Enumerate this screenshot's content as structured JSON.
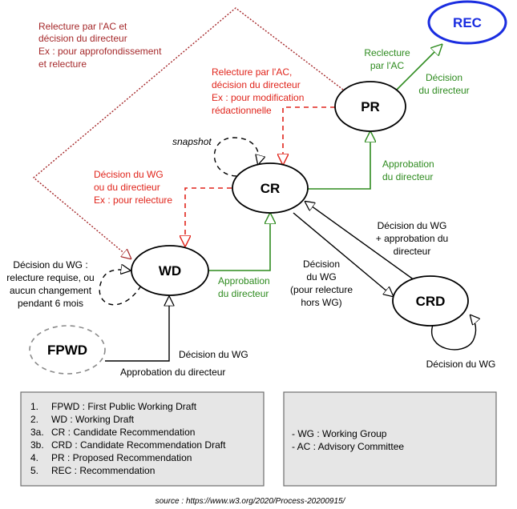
{
  "colors": {
    "black": "#000000",
    "green": "#2e8b1f",
    "red": "#e0241b",
    "darkred": "#a5282a",
    "blue": "#1a2de0",
    "legend_fill": "#e6e6e6",
    "legend_border": "#6e6e6e",
    "dashed_gray": "#8a8a8a"
  },
  "nodes": {
    "rec": "REC",
    "pr": "PR",
    "cr": "CR",
    "wd": "WD",
    "crd": "CRD",
    "fpwd": "FPWD"
  },
  "annotations": {
    "top_left": [
      "Relecture par l'AC et",
      "décision du directeur",
      "Ex : pour approfondissement",
      "et relecture"
    ],
    "pr_to_cr": [
      "Relecture par l'AC,",
      "décision du directeur",
      "Ex : pour modification",
      "rédactionnelle"
    ],
    "cr_to_wd": [
      "Décision du WG",
      "ou du directieur",
      "Ex : pour relecture"
    ],
    "wd_loop": [
      "Décision du WG :",
      "relecture requise, ou",
      "aucun changement",
      "pendant 6 mois"
    ],
    "snapshot": "snapshot",
    "pr_to_rec_left": [
      "Reclecture",
      "par l'AC"
    ],
    "pr_to_rec_right": [
      "Décision",
      "du directeur"
    ],
    "cr_to_pr": [
      "Approbation",
      "du directeur"
    ],
    "wd_to_cr": [
      "Approbation",
      "du directeur"
    ],
    "crd_to_cr": [
      "Décision du WG",
      "+ approbation du",
      "directeur"
    ],
    "cr_to_crd": [
      "Décision",
      "du WG",
      "(pour relecture",
      "hors WG)"
    ],
    "crd_loop": "Décision du WG",
    "fpwd_wg": "Décision du WG",
    "fpwd_dir": "Approbation du directeur"
  },
  "legend_left": [
    {
      "num": "1.",
      "text": "FPWD : First Public Working Draft"
    },
    {
      "num": "2.",
      "text": "WD : Working Draft"
    },
    {
      "num": "3a.",
      "text": "CR : Candidate Recommendation"
    },
    {
      "num": "3b.",
      "text": "CRD : Candidate Recommendation Draft"
    },
    {
      "num": "4.",
      "text": "PR : Proposed Recommendation"
    },
    {
      "num": "5.",
      "text": "REC : Recommendation"
    }
  ],
  "legend_right": [
    "-  WG : Working Group",
    "-  AC : Advisory Committee"
  ],
  "source": "source : https://www.w3.org/2020/Process-20200915/"
}
